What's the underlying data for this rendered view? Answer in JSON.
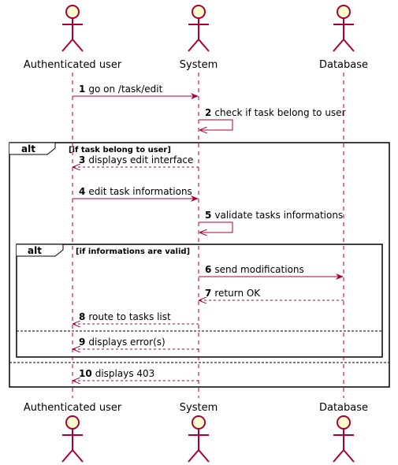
{
  "participants": [
    {
      "id": "user",
      "label": "Authenticated user"
    },
    {
      "id": "system",
      "label": "System"
    },
    {
      "id": "db",
      "label": "Database"
    }
  ],
  "messages": [
    {
      "num": "1",
      "text": "go on /task/edit",
      "from": "user",
      "to": "system",
      "style": "solid"
    },
    {
      "num": "2",
      "text": "check if task belong to user",
      "from": "system",
      "to": "system",
      "style": "solid"
    },
    {
      "num": "3",
      "text": "displays edit interface",
      "from": "system",
      "to": "user",
      "style": "dashed"
    },
    {
      "num": "4",
      "text": "edit task informations",
      "from": "user",
      "to": "system",
      "style": "solid"
    },
    {
      "num": "5",
      "text": "validate tasks informations",
      "from": "system",
      "to": "system",
      "style": "solid"
    },
    {
      "num": "6",
      "text": "send modifications",
      "from": "system",
      "to": "db",
      "style": "solid"
    },
    {
      "num": "7",
      "text": "return OK",
      "from": "db",
      "to": "system",
      "style": "dashed"
    },
    {
      "num": "8",
      "text": "route to tasks list",
      "from": "system",
      "to": "user",
      "style": "dashed"
    },
    {
      "num": "9",
      "text": "displays error(s)",
      "from": "system",
      "to": "user",
      "style": "dashed"
    },
    {
      "num": "10",
      "text": "displays 403",
      "from": "system",
      "to": "user",
      "style": "dashed"
    }
  ],
  "frames": [
    {
      "keyword": "alt",
      "condition": "[if task belong to user]"
    },
    {
      "keyword": "alt",
      "condition": "[if informations are valid]"
    }
  ],
  "colors": {
    "arrow": "#A80036",
    "actor_fill": "#FEFECE",
    "frame": "#000000",
    "background": "#FFFFFF"
  }
}
